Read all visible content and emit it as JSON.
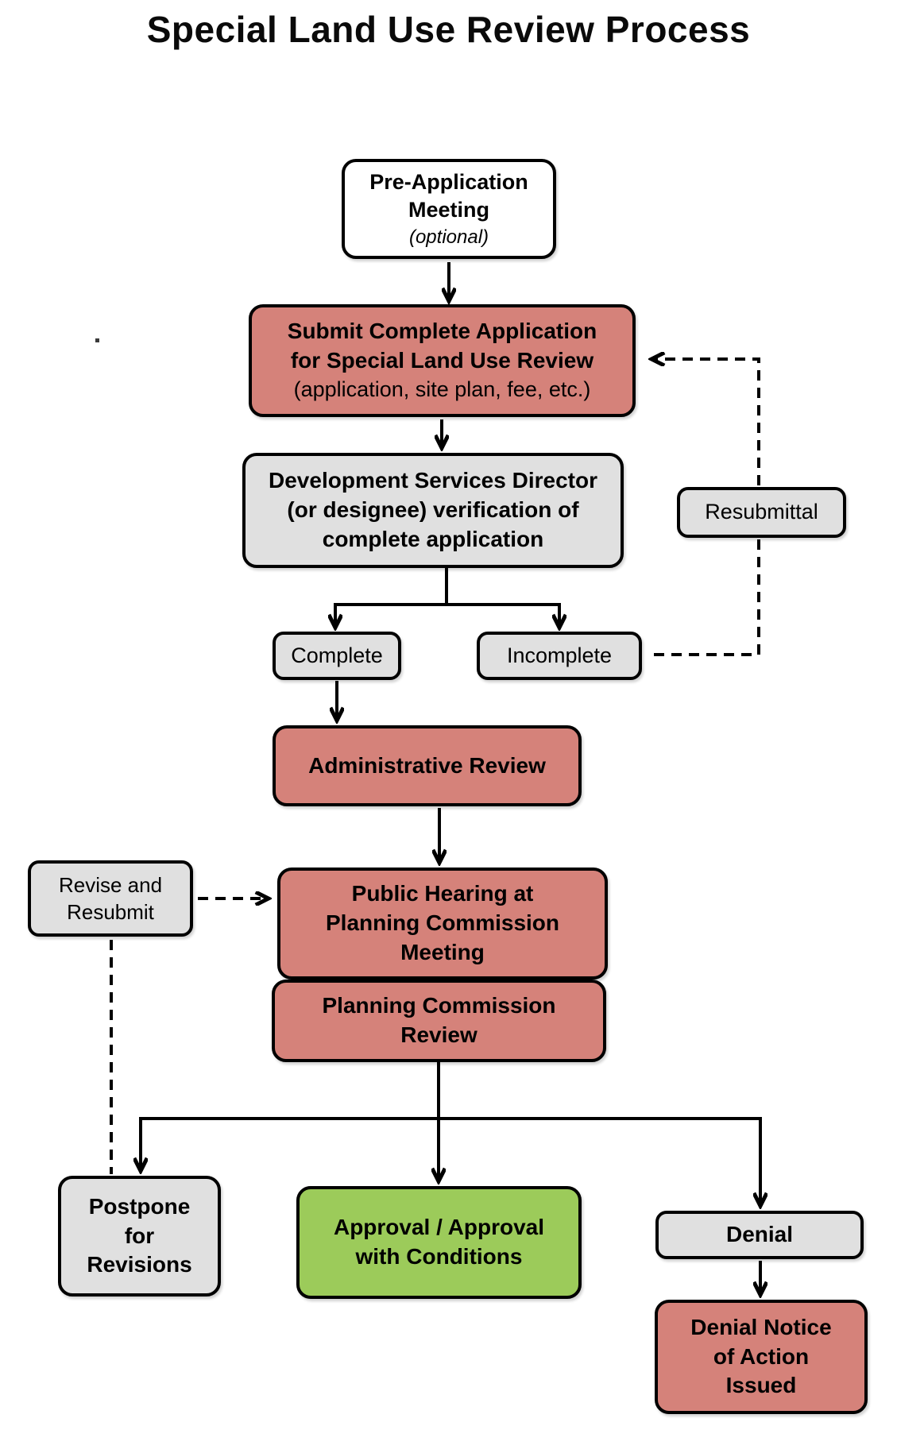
{
  "title": "Special Land Use Review Process",
  "colors": {
    "node-red": "#d5827a",
    "node-green": "#9ccb5a",
    "node-gray": "#e0e0e0",
    "node-white": "#ffffff",
    "line": "#000000"
  },
  "nodes": {
    "preapp": {
      "title": "Pre-Application\nMeeting",
      "note": "(optional)"
    },
    "submit": {
      "title": "Submit Complete Application\nfor Special Land Use Review",
      "note": "(application, site plan, fee, etc.)"
    },
    "verification": {
      "label": "Development Services Director\n(or designee) verification of\ncomplete application"
    },
    "resubmittal": {
      "label": "Resubmittal"
    },
    "complete": {
      "label": "Complete"
    },
    "incomplete": {
      "label": "Incomplete"
    },
    "admin_review": {
      "label": "Administrative Review"
    },
    "revise_resubmit": {
      "label": "Revise and\nResubmit"
    },
    "public_hearing": {
      "label": "Public Hearing at\nPlanning Commission\nMeeting"
    },
    "pc_review": {
      "label": "Planning Commission\nReview"
    },
    "postpone": {
      "label": "Postpone\nfor\nRevisions"
    },
    "approval": {
      "label": "Approval / Approval\nwith Conditions"
    },
    "denial": {
      "label": "Denial"
    },
    "denial_notice": {
      "label": "Denial Notice\nof Action\nIssued"
    }
  }
}
